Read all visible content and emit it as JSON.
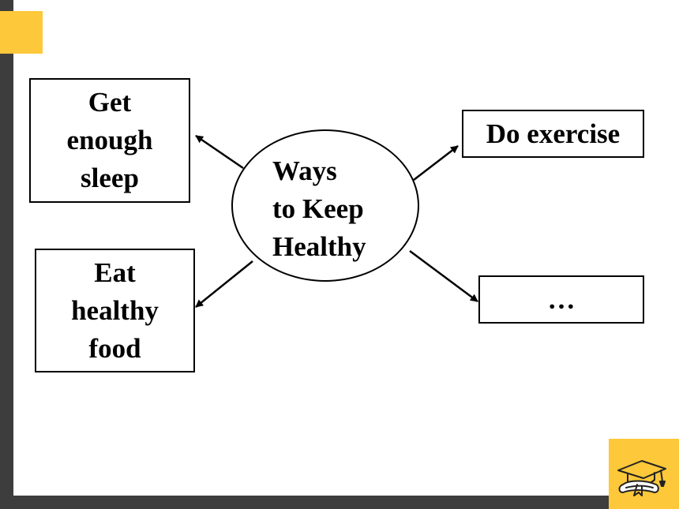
{
  "center": {
    "label": "Ways\nto Keep\nHealthy"
  },
  "nodes": {
    "sleep": {
      "label": "Get\nenough\nsleep"
    },
    "exercise": {
      "label": "Do exercise"
    },
    "food": {
      "label": "Eat\nhealthy\nfood"
    },
    "more": {
      "label": "…"
    }
  },
  "colors": {
    "accent": "#fdc83a",
    "frame": "#3d3d3d",
    "line": "#000000"
  },
  "decor": {
    "corner_icon": "graduation-cap-diploma-icon"
  }
}
